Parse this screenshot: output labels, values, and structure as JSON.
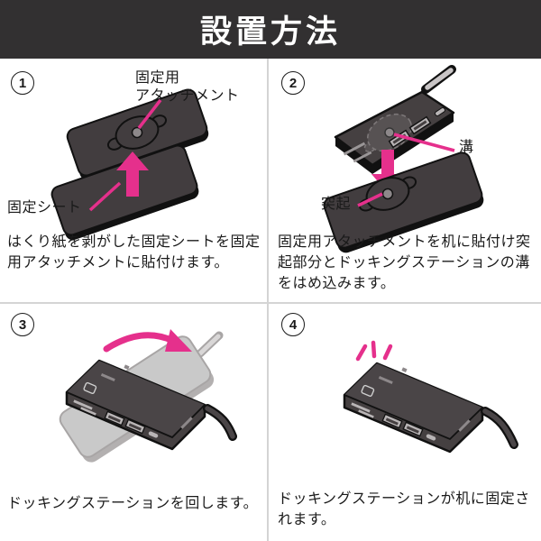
{
  "header": {
    "title": "設置方法"
  },
  "steps": {
    "step1": {
      "number": "1",
      "caption": "はくり紙を剥がした固定シートを固定用アタッチメントに貼付けます。",
      "label_attachment": "固定用\nアタッチメント",
      "label_sheet": "固定シート"
    },
    "step2": {
      "number": "2",
      "caption": "固定用アタッチメントを机に貼付け突起部分とドッキングステーションの溝をはめ込みます。",
      "label_groove": "溝",
      "label_protrusion": "突起"
    },
    "step3": {
      "number": "3",
      "caption": "ドッキングステーションを回します。"
    },
    "step4": {
      "number": "4",
      "caption": "ドッキングステーションが机に固定されます。"
    }
  },
  "colors": {
    "accent_pink": "#e5308c",
    "banner_bg": "#323031",
    "device_dark": "#454041",
    "device_ghost": "#c9c9c9",
    "divider": "#d4d4d4"
  }
}
